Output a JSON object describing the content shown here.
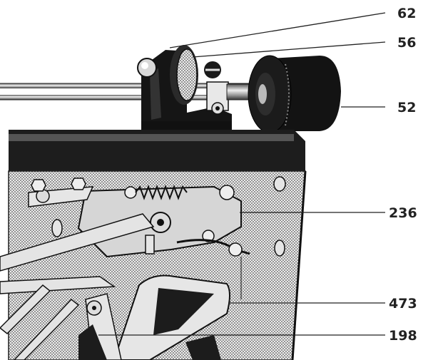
{
  "figure": {
    "callouts": [
      {
        "id": "62",
        "label": "62"
      },
      {
        "id": "56",
        "label": "56"
      },
      {
        "id": "52",
        "label": "52"
      },
      {
        "id": "236",
        "label": "236"
      },
      {
        "id": "473",
        "label": "473"
      },
      {
        "id": "198",
        "label": "198"
      }
    ],
    "colors": {
      "ink": "#222222",
      "dark_part": "#151515",
      "dot_plate": "#b8b8b8",
      "light_plate": "#d6d6d6",
      "chrome": "#eeeeee",
      "background": "#ffffff"
    }
  }
}
